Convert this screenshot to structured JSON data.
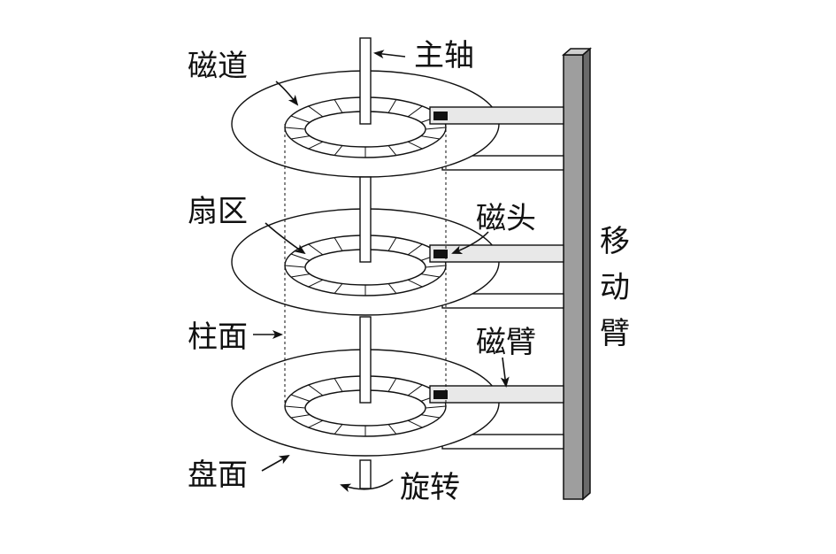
{
  "labels": {
    "track": "磁道",
    "spindle": "主轴",
    "sector": "扇区",
    "head": "磁头",
    "cylinder": "柱面",
    "arm": "磁臂",
    "platter_surface": "盘面",
    "rotation": "旋转",
    "actuator": "移动臂"
  },
  "colors": {
    "stroke": "#111111",
    "actuator_fill": "#9e9e9e",
    "arm_fill": "#e8e8e8",
    "head_fill": "#111111"
  }
}
